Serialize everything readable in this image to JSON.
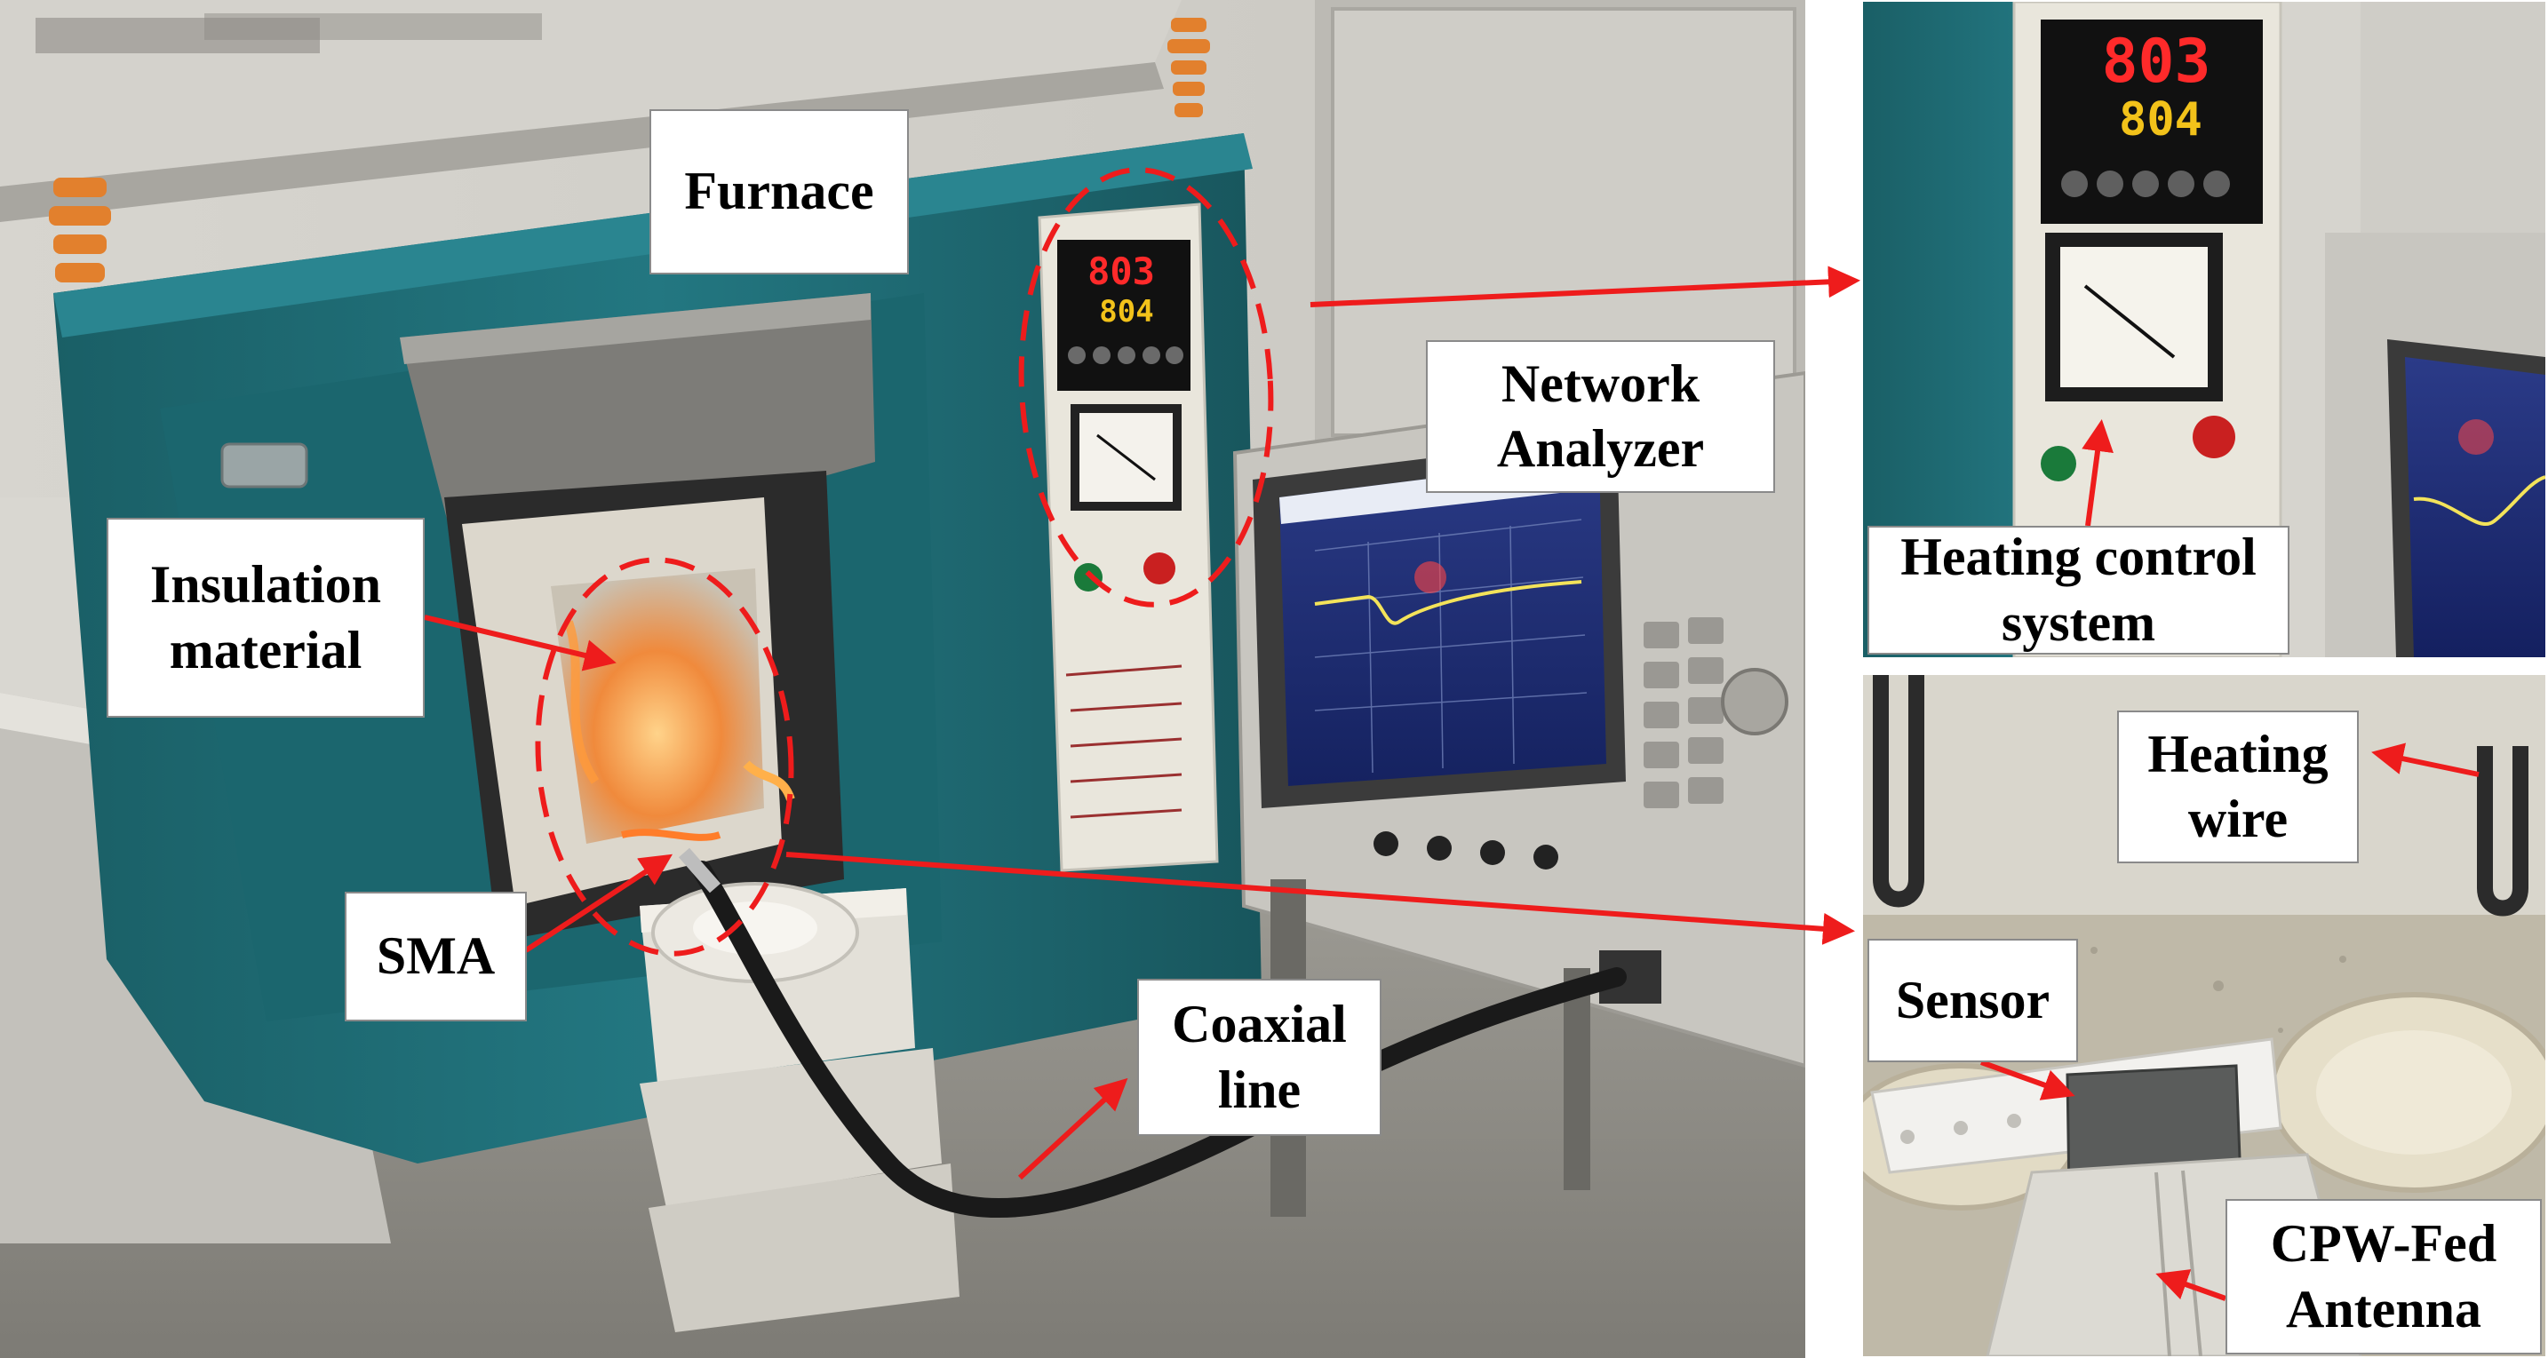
{
  "labels": {
    "furnace": "Furnace",
    "network_analyzer_line1": "Network",
    "network_analyzer_line2": "Analyzer",
    "insulation_line1": "Insulation",
    "insulation_line2": "material",
    "sma": "SMA",
    "coaxial_line1": "Coaxial",
    "coaxial_line2": "line",
    "heating_control_line1": "Heating control",
    "heating_control_line2": "system",
    "heating_wire_line1": "Heating",
    "heating_wire_line2": "wire",
    "sensor": "Sensor",
    "cpw_line1": "CPW-Fed",
    "cpw_line2": "Antenna"
  },
  "display": {
    "temp_main": "803",
    "temp_set": "804"
  },
  "colors": {
    "annotation": "#ee1c1c",
    "furnace_body": "#1f6e75",
    "controller_panel": "#e9e6dc",
    "analyzer_screen": "#1c2b6e",
    "label_border": "#8a8a8a"
  }
}
